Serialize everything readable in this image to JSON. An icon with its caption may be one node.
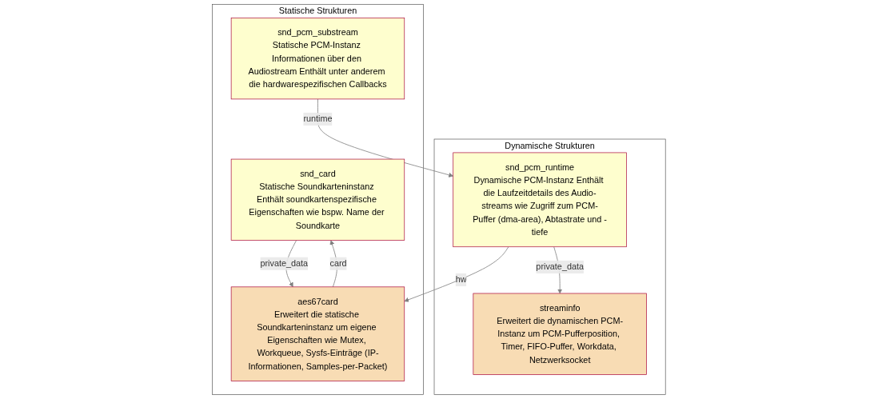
{
  "diagram": {
    "nodes": [
      {
        "text": [
          "Statische Strukturen"
        ]
      },
      {
        "text": [
          "snd_card",
          "Statische Soundkarteninstanz Enthält soundkartenspezifische Eigenschaften wie bspw. Name der Soundkarte"
        ],
        "in": 0
      },
      {
        "text": [
          "snd_pcm_substream",
          "Statische PCM-Instanz Informationen über den Audiostream Enthält unter anderem die hardwarespezifischen Callbacks"
        ],
        "in": 0
      },
      {
        "text": [
          "aes67card",
          "Erweitert die statische Soundkarteninstanz um eigene Eigenschaften wie Mutex, Workqueue, Sysfs-Einträge (IP-Informationen, Samples-per-Packet)"
        ],
        "in": 0
      },
      {
        "text": [
          "Dynamische Strukturen"
        ]
      },
      {
        "text": [
          "snd_pcm_runtime",
          "Dynamische PCM-Instanz Enthält die Laufzeitdetails des Audio-streams wie Zugriff zum PCM-Puffer (dma-area), Abtastrate und -tiefe"
        ],
        "in": 4
      },
      {
        "text": [
          "streaminfo",
          "Erweitert die dynamischen PCM-Instanz um PCM-Pufferposition, Timer, FIFO-Puffer, Workdata, Netzwerksocket"
        ],
        "in": 4
      }
    ],
    "edges": [
      {
        "from": 1,
        "to": 3,
        "arrow": "to",
        "label": "private_data"
      },
      {
        "from": 3,
        "to": 1,
        "arrow": "to",
        "label": "card"
      },
      {
        "from": 2,
        "to": 5,
        "arrow": "to",
        "label": "runtime"
      },
      {
        "from": 5,
        "to": 3,
        "arrow": "to",
        "label": "hw"
      },
      {
        "from": 5,
        "to": 6,
        "arrow": "to",
        "label": "private_data"
      }
    ]
  }
}
